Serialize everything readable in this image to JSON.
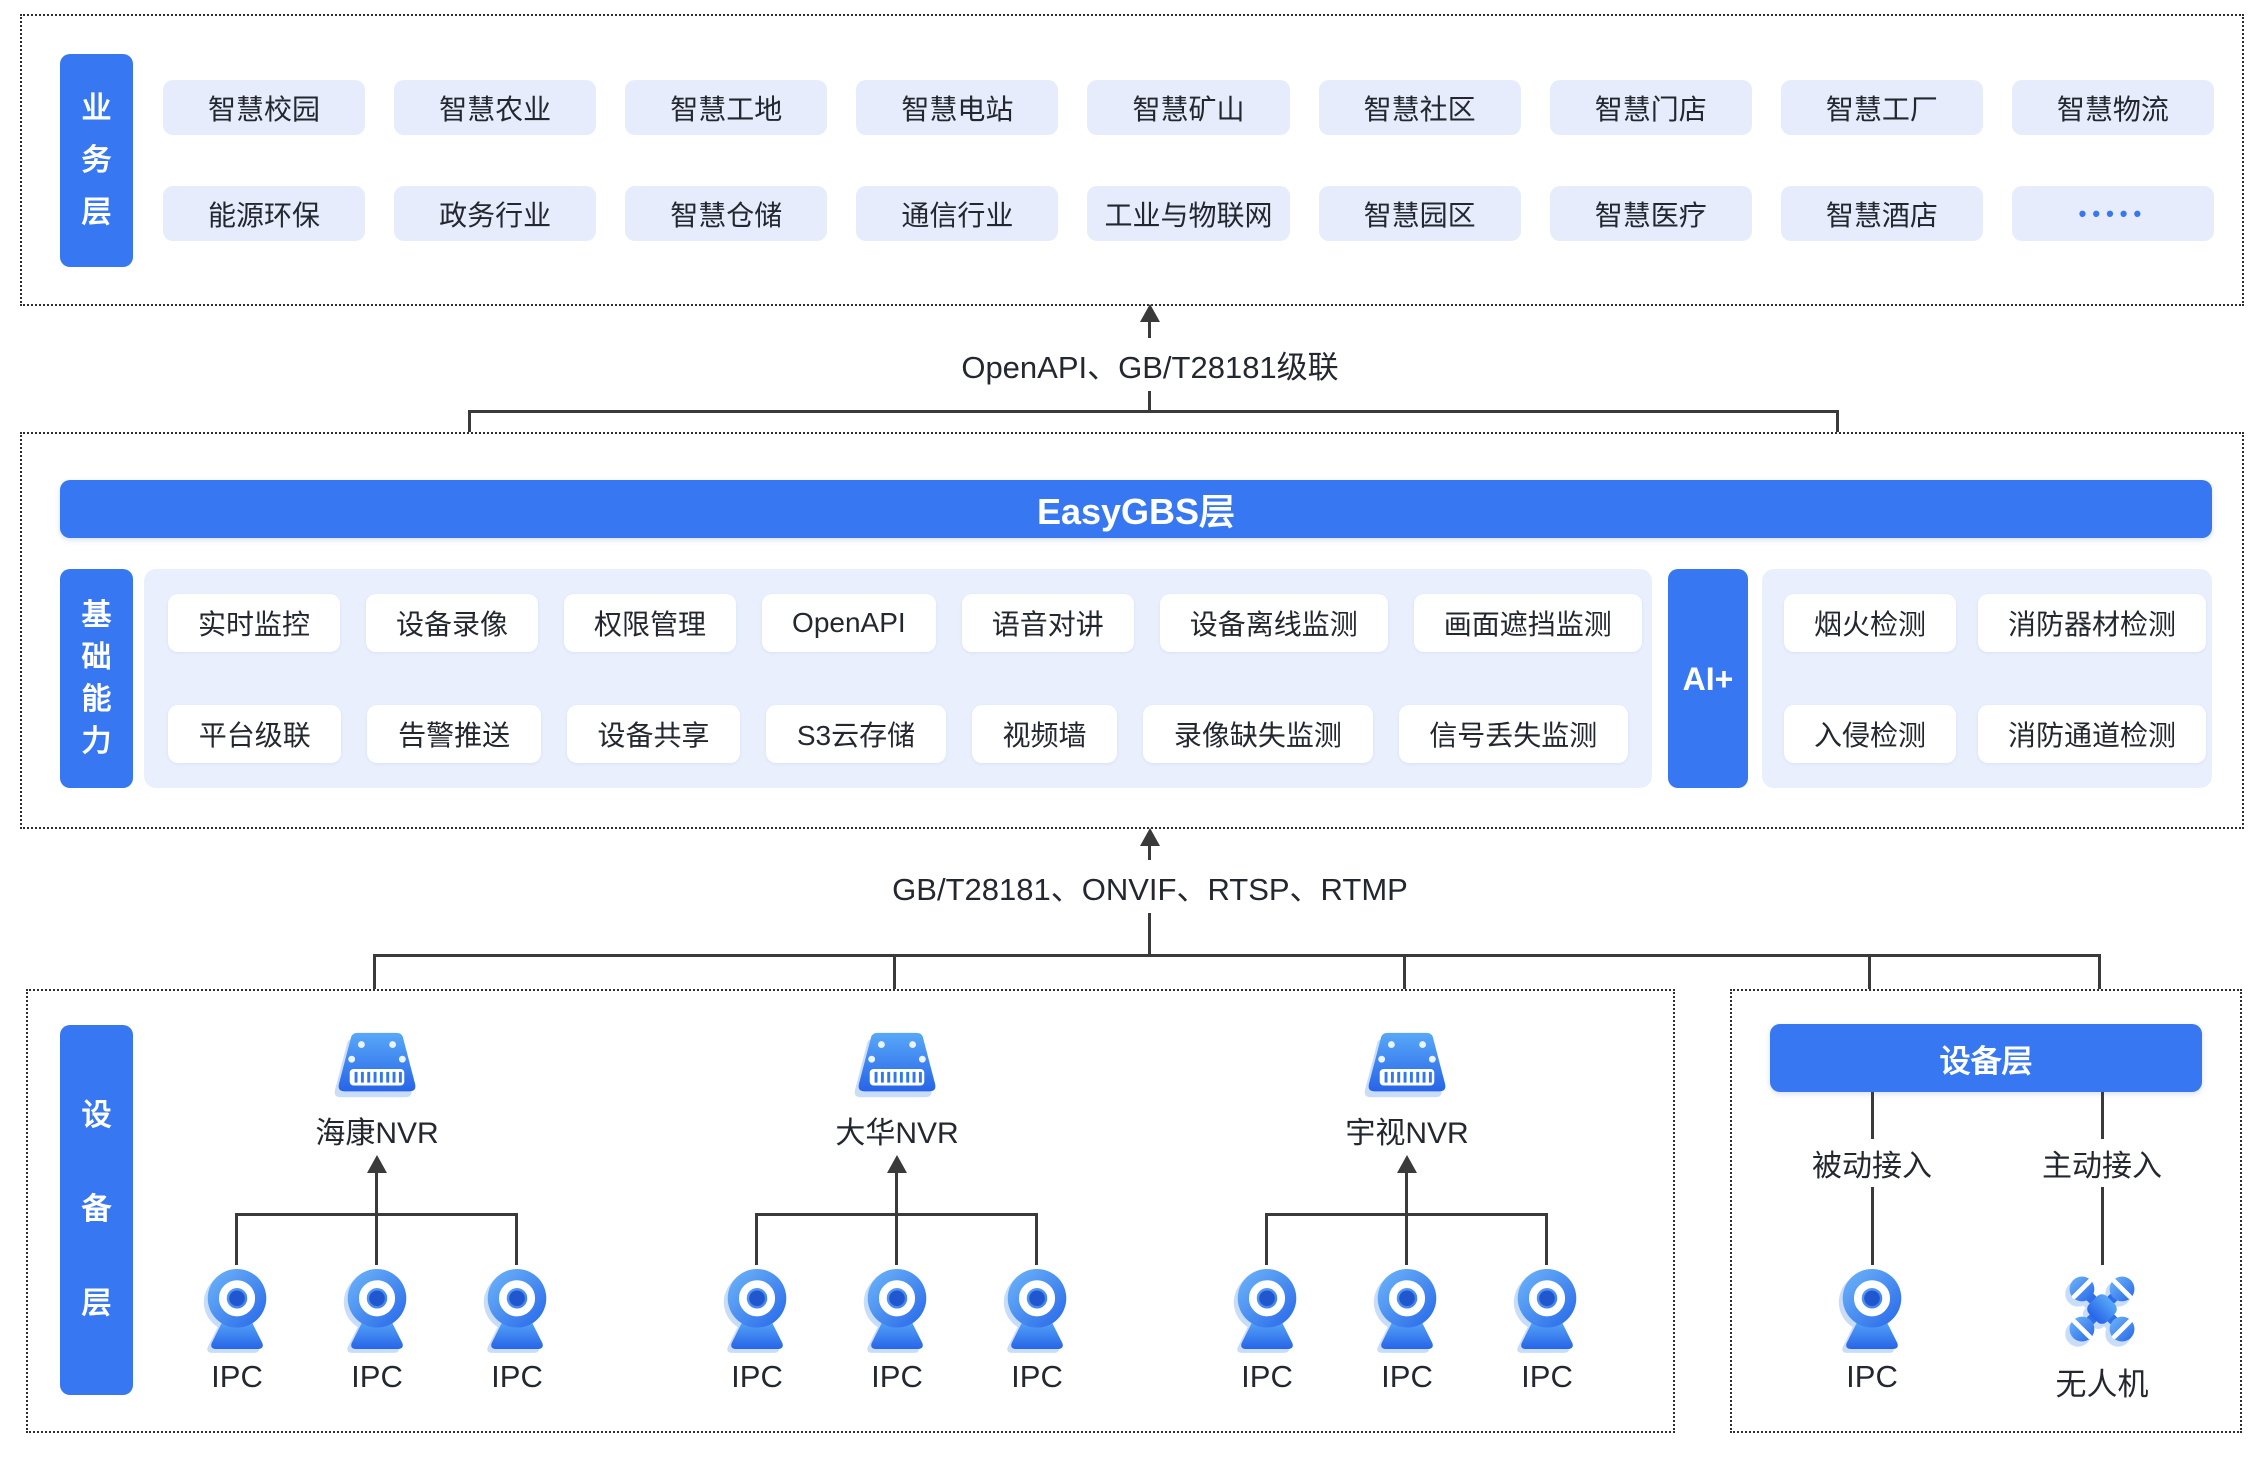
{
  "colors": {
    "accent_blue": "#3778F2",
    "light_box_bg": "#E6ECFB",
    "panel_bg": "#E9EFFC",
    "white_box_bg": "#FFFFFF",
    "line_color": "#3A3A3A",
    "text_color": "#23272F",
    "icon_shadow_blue": "#C9DDF9"
  },
  "business_layer": {
    "side_label_chars": [
      "业",
      "务",
      "层"
    ],
    "row1": [
      "智慧校园",
      "智慧农业",
      "智慧工地",
      "智慧电站",
      "智慧矿山",
      "智慧社区",
      "智慧门店",
      "智慧工厂",
      "智慧物流"
    ],
    "row2": [
      "能源环保",
      "政务行业",
      "智慧仓储",
      "通信行业",
      "工业与物联网",
      "智慧园区",
      "智慧医疗",
      "智慧酒店"
    ],
    "more": "•••••"
  },
  "connector_top": {
    "label": "OpenAPI、GB/T28181级联"
  },
  "platform_layer": {
    "title": "EasyGBS层",
    "side_label_chars": [
      "基",
      "础",
      "能",
      "力"
    ],
    "row1": [
      "实时监控",
      "设备录像",
      "权限管理",
      "OpenAPI",
      "语音对讲",
      "设备离线监测",
      "画面遮挡监测"
    ],
    "row2": [
      "平台级联",
      "告警推送",
      "设备共享",
      "S3云存储",
      "视频墙",
      "录像缺失监测",
      "信号丢失监测"
    ],
    "ai_label": "AI+",
    "ai_row1": [
      "烟火检测",
      "消防器材检测"
    ],
    "ai_row2": [
      "入侵检测",
      "消防通道检测"
    ]
  },
  "connector_bottom": {
    "label": "GB/T28181、ONVIF、RTSP、RTMP"
  },
  "device_layer_left": {
    "side_label_chars": [
      "设",
      "备",
      "层"
    ],
    "groups": [
      {
        "name": "海康NVR",
        "ipcs": [
          "IPC",
          "IPC",
          "IPC"
        ]
      },
      {
        "name": "大华NVR",
        "ipcs": [
          "IPC",
          "IPC",
          "IPC"
        ]
      },
      {
        "name": "宇视NVR",
        "ipcs": [
          "IPC",
          "IPC",
          "IPC"
        ]
      }
    ]
  },
  "device_layer_right": {
    "title": "设备层",
    "columns": [
      {
        "mode": "被动接入",
        "device": "IPC"
      },
      {
        "mode": "主动接入",
        "device": "无人机"
      }
    ]
  }
}
